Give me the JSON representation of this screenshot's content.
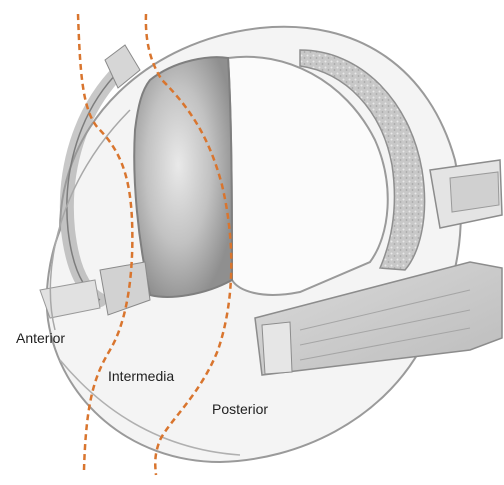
{
  "labels": {
    "anterior": "Anterior",
    "intermedia": "Intermedia",
    "posterior": "Posterior"
  },
  "colors": {
    "boundary_line": "#d9752e",
    "outline": "#9a9a9a",
    "lens_gray": "#a9a9a9",
    "band_gray": "#bdbdbd"
  },
  "boundary_style": "dashed"
}
